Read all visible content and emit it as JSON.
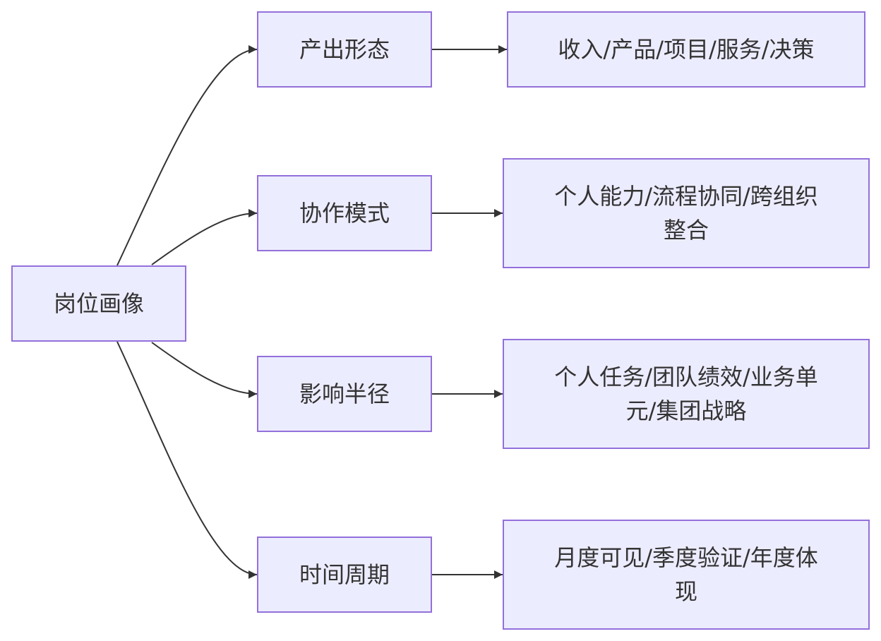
{
  "diagram": {
    "root": {
      "label": "岗位画像"
    },
    "branches": [
      {
        "label": "产出形态",
        "detail": "收入/产品/项目/服务/决策"
      },
      {
        "label": "协作模式",
        "detail": "个人能力/流程协同/跨组织整合"
      },
      {
        "label": "影响半径",
        "detail": "个人任务/团队绩效/业务单元/集团战略"
      },
      {
        "label": "时间周期",
        "detail": "月度可见/季度验证/年度体现"
      }
    ]
  },
  "colors": {
    "node_fill": "#ECECFF",
    "node_border": "#9370DB",
    "edge": "#333333",
    "text": "#333333"
  }
}
